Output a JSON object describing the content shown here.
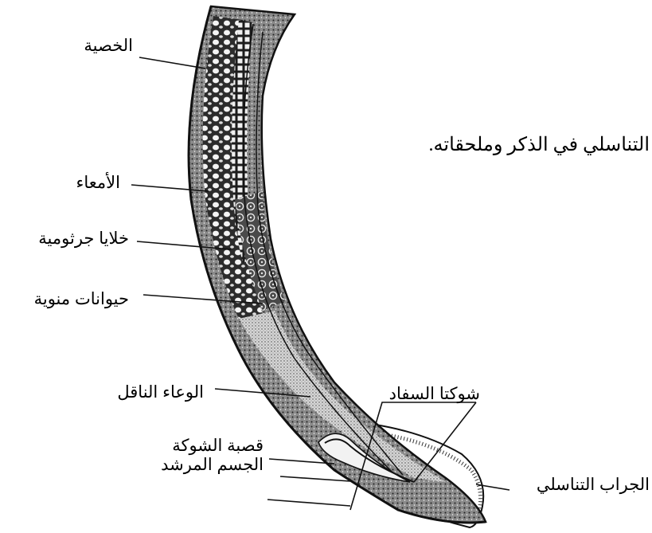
{
  "caption": "التناسلي في الذكر وملحقاته.",
  "labels": {
    "testis": "الخصية",
    "intestine": "الأمعاء",
    "germ_cells": "خلايا جرثومية",
    "sperm": "حيوانات منوية",
    "vas_deferens": "الوعاء الناقل",
    "spicules": "شوكتا السفاد",
    "spicule_sheath": "قصبة الشوكة",
    "gubernaculum": "الجسم المرشد",
    "bursa": "الجراب التناسلي"
  },
  "colors": {
    "ink": "#111111",
    "body_fill": "#5a5a5a",
    "background": "#ffffff"
  }
}
